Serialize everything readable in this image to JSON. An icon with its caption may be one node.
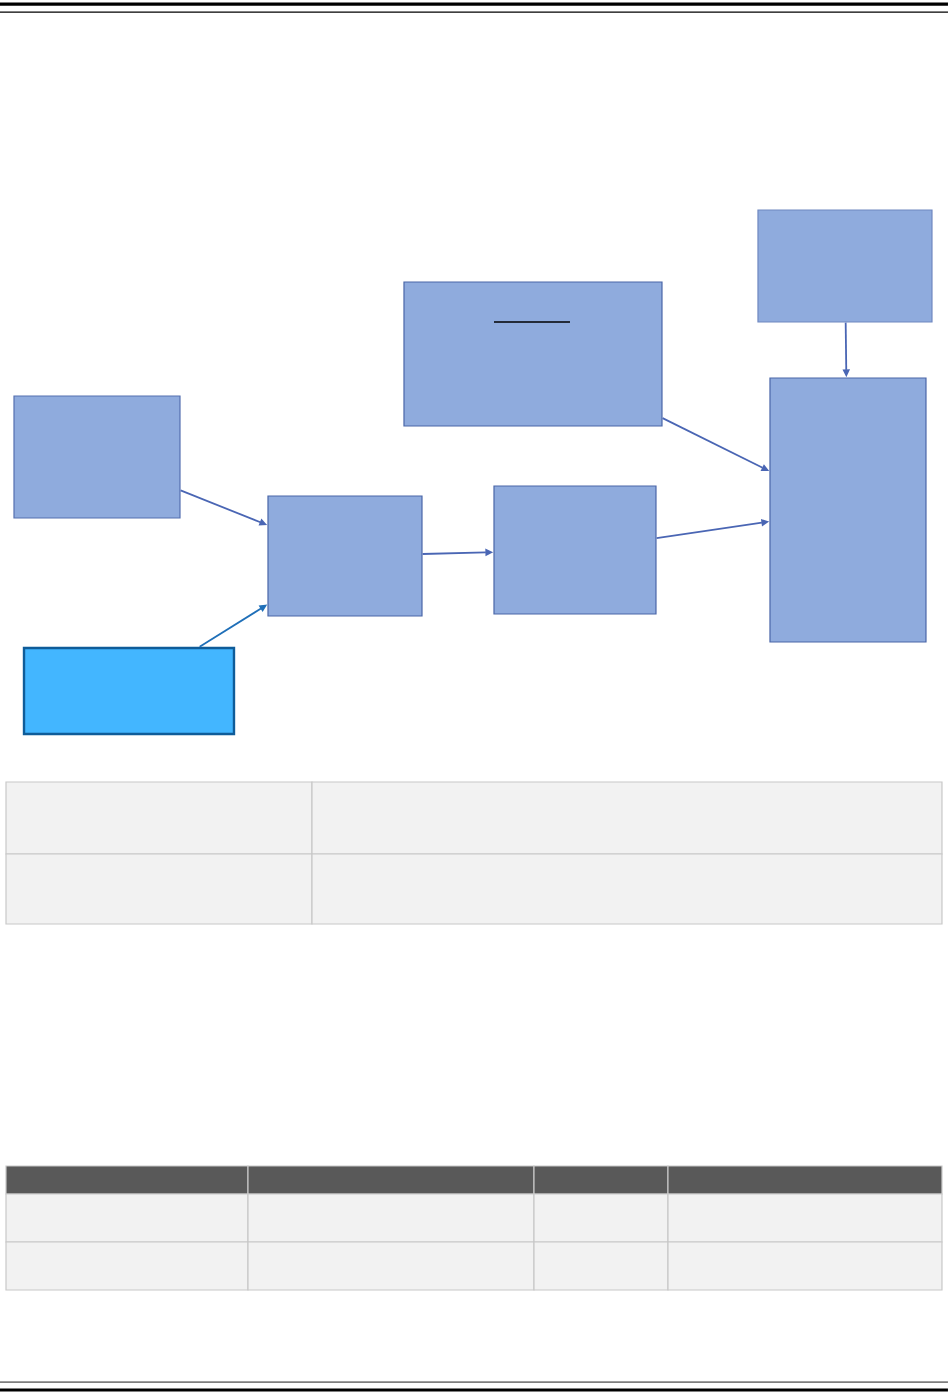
{
  "diagram": {
    "nodes": [
      {
        "text": [],
        "shape": "box"
      },
      {
        "text": [],
        "shape": "box"
      },
      {
        "text": [],
        "shape": "box"
      },
      {
        "text": [],
        "shape": "box"
      },
      {
        "text": [],
        "shape": "box"
      },
      {
        "text": [],
        "shape": "box"
      },
      {
        "text": [],
        "shape": "box"
      }
    ],
    "edges": [
      {
        "from": 0,
        "to": 2,
        "arrow": "to"
      },
      {
        "from": 1,
        "to": 2,
        "arrow": "to",
        "color": "#1f6fb8"
      },
      {
        "from": 2,
        "to": 4,
        "arrow": "to"
      },
      {
        "from": 3,
        "to": 6,
        "arrow": "to"
      },
      {
        "from": 4,
        "to": 6,
        "arrow": "to"
      },
      {
        "from": 5,
        "to": 6,
        "arrow": "to"
      }
    ]
  }
}
